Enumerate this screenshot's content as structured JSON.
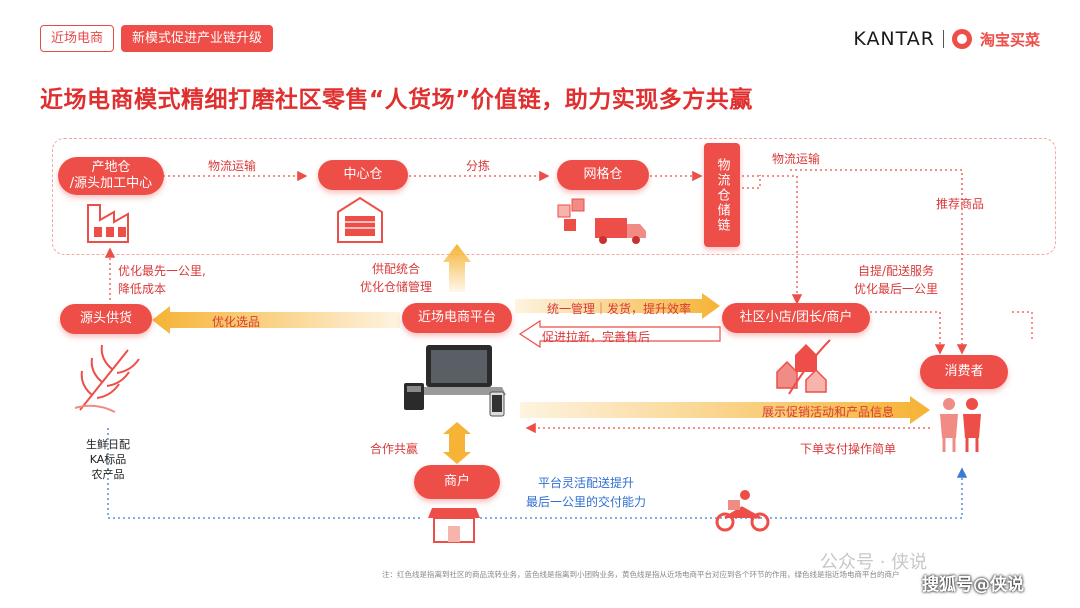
{
  "tags": {
    "section": "近场电商",
    "topic": "新模式促进产业链升级"
  },
  "brand": {
    "kantar": "KANTAR",
    "taobao": "淘宝买菜"
  },
  "title": "近场电商模式精细打磨社区零售“人货场”价值链，助力实现多方共赢",
  "nodes": {
    "origin_line1": "产地仓",
    "origin_line2": "/源头加工中心",
    "center": "中心仓",
    "grid": "网格仓",
    "logistics_chain": "物流仓储链",
    "source": "源头供货",
    "platform": "近场电商平台",
    "community": "社区小店/团长/商户",
    "consumer": "消费者",
    "merchant": "商户"
  },
  "labels": {
    "logistics1": "物流运输",
    "sorting": "分拣",
    "logistics2": "物流运输",
    "recommend": "推荐商品",
    "optimize_first_mile_1": "优化最先一公里,",
    "optimize_first_mile_2": "降低成本",
    "supply_1": "供配统合",
    "supply_2": "优化仓储管理",
    "pickup_1": "自提/配送服务",
    "pickup_2": "优化最后一公里",
    "optimize_selection": "优化选品",
    "unified_mgmt": "统一管理｜发货，提升效率",
    "promote": "促进拉新，完善售后",
    "show_promo": "展示促销活动和产品信息",
    "order_pay": "下单支付操作简单",
    "cooperate": "合作共赢",
    "flexible_1": "平台灵活配送提升",
    "flexible_2": "最后一公里的交付能力",
    "products_1": "生鲜日配",
    "products_2": "KA标品",
    "products_3": "农产品"
  },
  "footnote": "注：红色线是指离到社区的商品流转业务，蓝色线是指离到小团购业务，黄色线是指从近场电商平台对应到各个环节的作用，绿色线是指近场电商平台的商户",
  "watermarks": {
    "wechat": "公众号 · 侠说",
    "sohu": "搜狐号@侠说"
  },
  "colors": {
    "red": "#ee4e48",
    "gold": "#f6b335",
    "blue": "#3a7bd5",
    "pink": "#f2a9a3"
  }
}
